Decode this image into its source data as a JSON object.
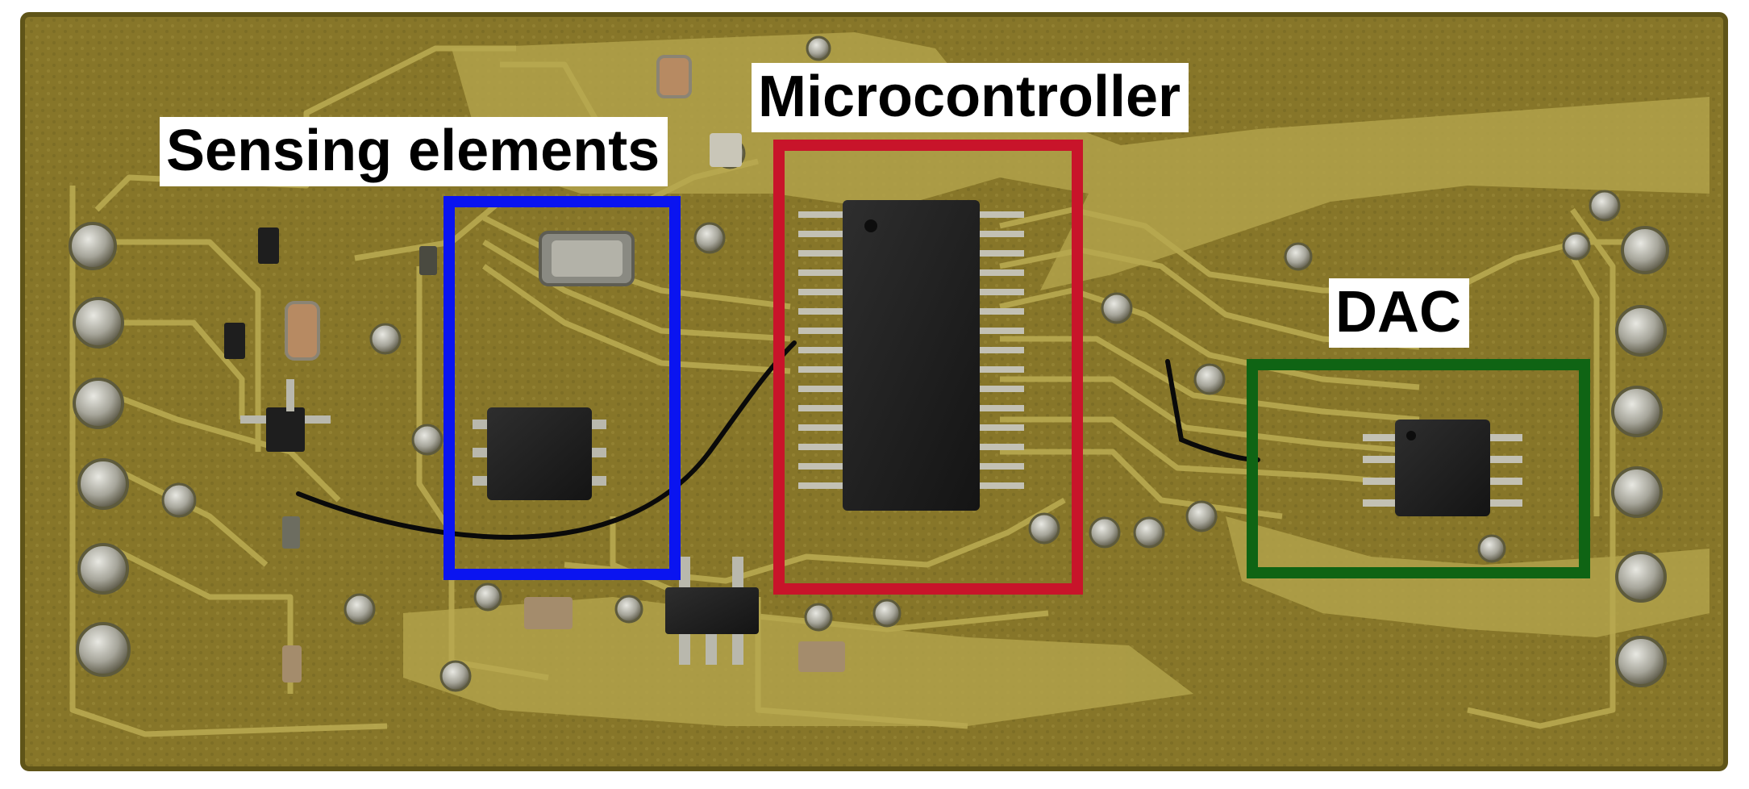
{
  "annotations": {
    "sensing": {
      "label": "Sensing elements",
      "color": "#0a14f0"
    },
    "microcontroller": {
      "label": "Microcontroller",
      "color": "#c8142a"
    },
    "dac": {
      "label": "DAC",
      "color": "#0f6414"
    }
  },
  "colors": {
    "board": "#8a7a2c",
    "board_edge": "#6b5d1e",
    "copper_trace": "#b5a64e",
    "pad": "#b9b8ad",
    "chip": "#1f1f1f"
  }
}
